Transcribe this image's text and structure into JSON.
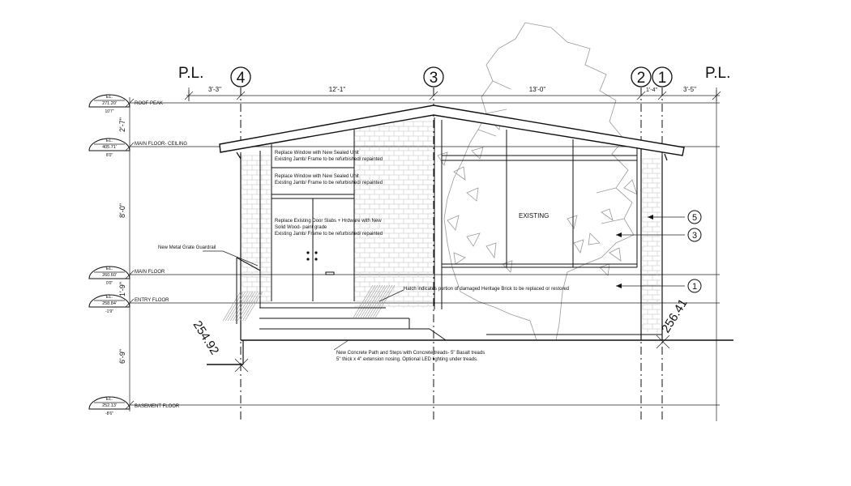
{
  "property_line_label": "P.L.",
  "gridlines": [
    "4",
    "3",
    "2",
    "1"
  ],
  "dimensions": {
    "top": [
      "3'-3\"",
      "12'-1\"",
      "13'-0\"",
      "1'-4\"",
      "3'-5\""
    ],
    "left": [
      "2'-7\"",
      "8'-0\"",
      "1'-9\"",
      "6'-9\""
    ]
  },
  "levels": [
    {
      "name": "ROOF PEAK",
      "el_label": "EL.",
      "el_value": "271.20'",
      "rel": "10'7\""
    },
    {
      "name": "MAIN FLOOR- CEILING",
      "el_label": "EL.",
      "el_value": "405.71'",
      "rel": "8'0\""
    },
    {
      "name": "MAIN FLOOR",
      "el_label": "EL.",
      "el_value": "260.60'",
      "rel": "0'0\""
    },
    {
      "name": "ENTRY FLOOR",
      "el_label": "EL.",
      "el_value": "258.84'",
      "rel": "-1'9\""
    },
    {
      "name": "BASEMENT FLOOR",
      "el_label": "EL.",
      "el_value": "252.13'",
      "rel": "-8'6\""
    }
  ],
  "notes": {
    "window1": [
      "Replace Window with New Sealed Unit",
      "Existing Jamb/ Frame to be refurbished/ repainted"
    ],
    "window2": [
      "Replace Window with New Sealed Unit",
      "Existing Jamb/ Frame to be refurbished/ repainted"
    ],
    "door": [
      "Replace Existing Door Slabs + Hrdware with New",
      "Solid Wood- paint grade",
      "Existing Jamb/ Frame to be refurbished/ repainted"
    ],
    "guardrail": "New Metal Grate Guardrail",
    "hatch": "Hatch indicates portion of damaged Heritage Brick to be replaced or restored",
    "concrete": [
      "New Concrete Path and Steps with Concrete treads- 5\" Basalt treads",
      "5\" thick x 4\" extension nosing.  Optional LED lighting under treads."
    ],
    "existing": "EXISTING"
  },
  "tags": [
    "5",
    "3",
    "1"
  ],
  "spot_elevations": [
    "254.92",
    "256.41"
  ]
}
